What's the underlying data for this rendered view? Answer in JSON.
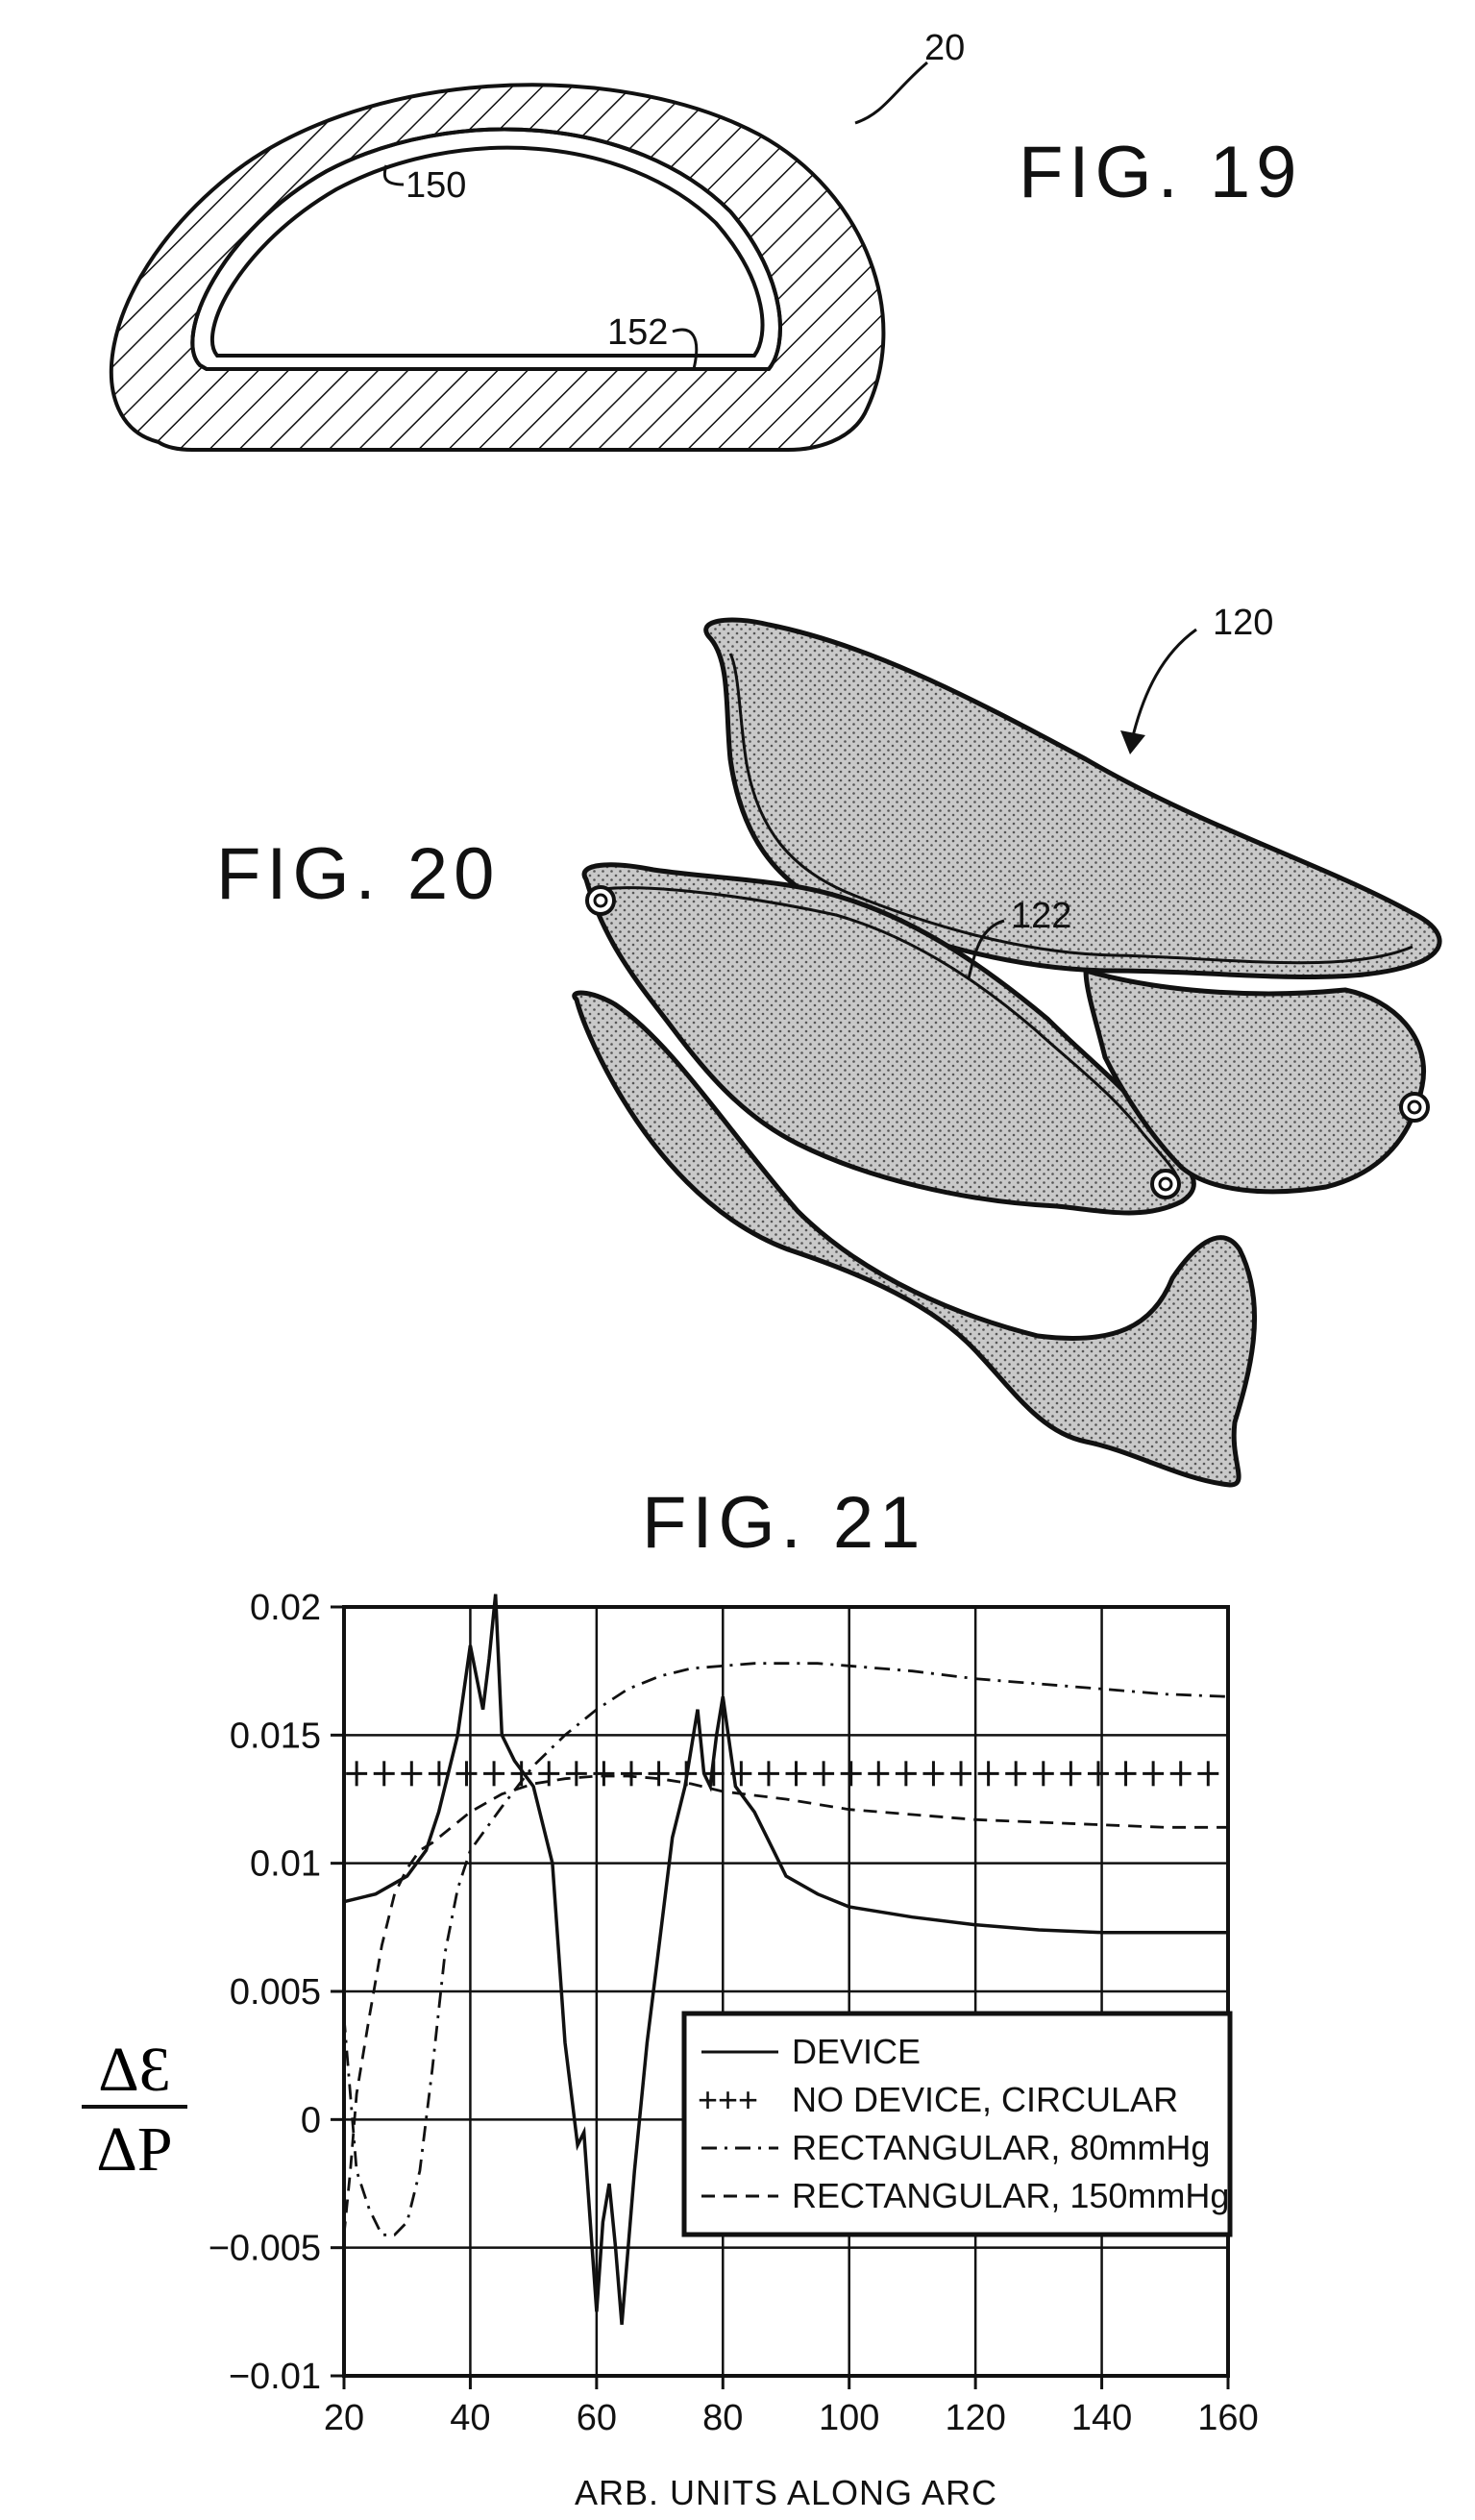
{
  "figures": {
    "fig19": {
      "title": "FIG. 19",
      "refs": {
        "outer": "20",
        "inner_arc": "150",
        "inner_base": "152"
      }
    },
    "fig20": {
      "title": "FIG. 20",
      "refs": {
        "assembly": "120",
        "panel": "122"
      }
    },
    "fig21": {
      "title": "FIG. 21"
    }
  },
  "chart_data": {
    "type": "line",
    "title": "FIG. 21",
    "xlabel": "ARB. UNITS ALONG ARC",
    "ylabel_numerator": "ΔƐ",
    "ylabel_denominator": "ΔP",
    "xlim": [
      20,
      160
    ],
    "ylim": [
      -0.01,
      0.02
    ],
    "x_ticks": [
      "20",
      "40",
      "60",
      "80",
      "100",
      "120",
      "140",
      "160"
    ],
    "y_ticks": [
      "0.02",
      "0.015",
      "0.01",
      "0.005",
      "0",
      "−0.005",
      "−0.01"
    ],
    "grid": true,
    "legend_position": "lower-right",
    "series": [
      {
        "name": "DEVICE",
        "marker": "—",
        "style": "solid",
        "x": [
          20,
          25,
          30,
          33,
          35,
          38,
          40,
          42,
          43,
          44,
          45,
          47,
          50,
          53,
          55,
          57,
          58,
          59,
          60,
          61,
          62,
          63,
          64,
          66,
          68,
          70,
          72,
          74,
          76,
          77,
          78,
          79,
          80,
          82,
          85,
          88,
          90,
          95,
          100,
          110,
          120,
          130,
          140,
          150,
          160
        ],
        "y": [
          0.0085,
          0.0088,
          0.0095,
          0.0105,
          0.012,
          0.015,
          0.0185,
          0.016,
          0.018,
          0.0205,
          0.015,
          0.014,
          0.013,
          0.01,
          0.003,
          -0.001,
          -0.0005,
          -0.004,
          -0.0075,
          -0.004,
          -0.0025,
          -0.005,
          -0.008,
          -0.002,
          0.003,
          0.007,
          0.011,
          0.013,
          0.016,
          0.0135,
          0.013,
          0.015,
          0.0165,
          0.013,
          0.012,
          0.0105,
          0.0095,
          0.0088,
          0.0083,
          0.0079,
          0.0076,
          0.0074,
          0.0073,
          0.0073,
          0.0073
        ]
      },
      {
        "name": "NO DEVICE, CIRCULAR",
        "marker": "+++",
        "style": "plus",
        "x": [
          20,
          160
        ],
        "y": [
          0.0135,
          0.0135
        ]
      },
      {
        "name": "RECTANGULAR, 80mmHg",
        "marker": "-·-",
        "style": "dashdot",
        "x": [
          20,
          22,
          24,
          26,
          28,
          30,
          32,
          34,
          36,
          38,
          40,
          45,
          50,
          55,
          60,
          65,
          70,
          75,
          80,
          85,
          90,
          95,
          100,
          110,
          120,
          130,
          140,
          150,
          160
        ],
        "y": [
          0.004,
          -0.002,
          -0.0035,
          -0.0045,
          -0.0045,
          -0.004,
          -0.002,
          0.002,
          0.0065,
          0.009,
          0.0105,
          0.0122,
          0.0138,
          0.015,
          0.016,
          0.0168,
          0.0173,
          0.0176,
          0.0177,
          0.0178,
          0.0178,
          0.0178,
          0.0177,
          0.0175,
          0.0172,
          0.017,
          0.0168,
          0.0166,
          0.0165
        ]
      },
      {
        "name": "RECTANGULAR, 150mmHg",
        "marker": "--",
        "style": "dashed",
        "x": [
          20,
          21,
          22,
          24,
          26,
          28,
          30,
          32,
          34,
          36,
          38,
          40,
          45,
          50,
          55,
          60,
          65,
          70,
          75,
          80,
          90,
          100,
          110,
          120,
          130,
          140,
          150,
          160
        ],
        "y": [
          -0.0045,
          -0.002,
          0.001,
          0.004,
          0.0068,
          0.0088,
          0.0098,
          0.0105,
          0.0108,
          0.0112,
          0.0116,
          0.012,
          0.0127,
          0.0131,
          0.0133,
          0.0134,
          0.0134,
          0.0133,
          0.0131,
          0.0128,
          0.0125,
          0.0121,
          0.0119,
          0.0117,
          0.0116,
          0.0115,
          0.0114,
          0.0114
        ]
      }
    ]
  }
}
